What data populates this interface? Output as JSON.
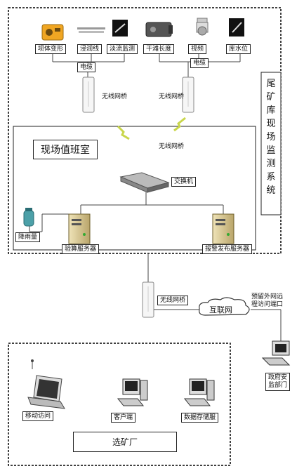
{
  "sensors": [
    {
      "label": "坝体变形",
      "icon": "yellow-instrument-icon"
    },
    {
      "label": "浸润线",
      "icon": "piezometer-tube-icon"
    },
    {
      "label": "淡流监测",
      "icon": "seepage-sensor-icon"
    },
    {
      "label": "干滩长度",
      "icon": "camera-icon"
    },
    {
      "label": "视频",
      "icon": "dome-camera-icon"
    },
    {
      "label": "库水位",
      "icon": "water-level-sensor-icon"
    }
  ],
  "cable_label": "电缆",
  "bridge_label": "无线网桥",
  "system_title_chars": [
    "尾",
    "矿",
    "库",
    "现",
    "场",
    "监",
    "测",
    "系",
    "统"
  ],
  "duty_room": "现场值班室",
  "switch_label": "交换机",
  "rain_label": "降雨量",
  "calc_server": "验算服务器",
  "alarm_server": "报警发布服务器",
  "internet_label": "互联网",
  "remote_note": [
    "预留外网远",
    "程访问端口"
  ],
  "gov_label": [
    "政府安",
    "监部门"
  ],
  "mobile_label": "移动访问",
  "client_label": "客户端",
  "storage_label": "数据存储服",
  "plant_label": "选矿厂"
}
